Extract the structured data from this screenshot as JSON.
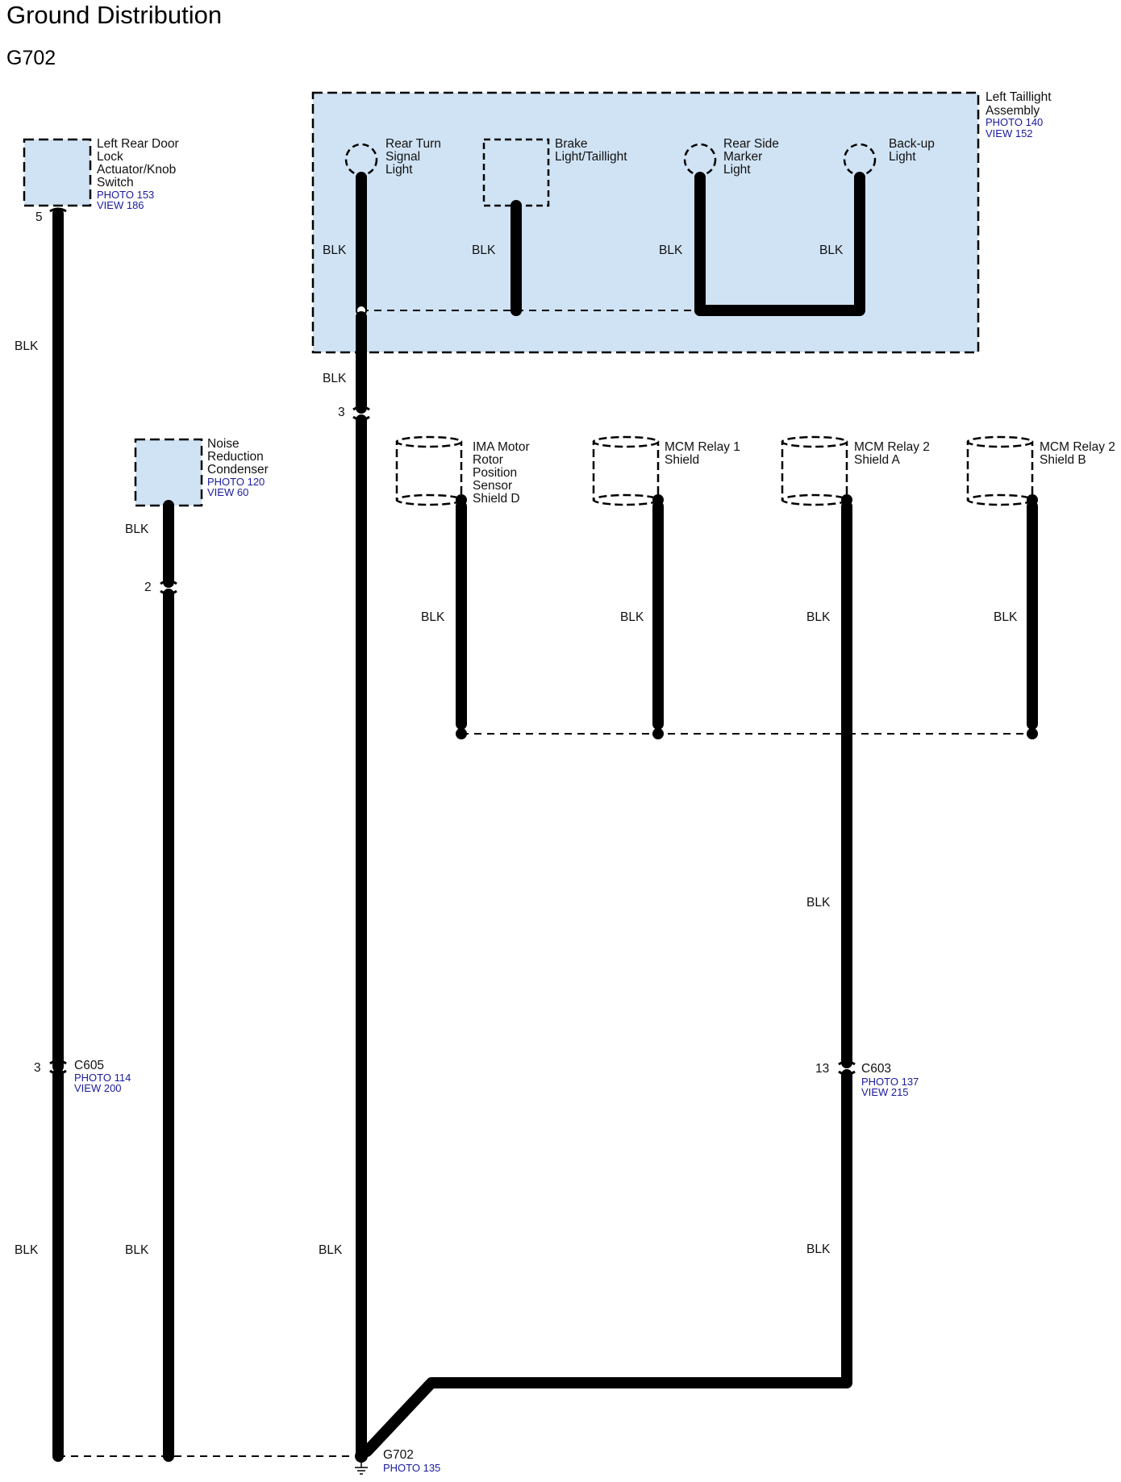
{
  "title": "Ground Distribution",
  "subtitle": "G702",
  "wire_color": "BLK",
  "colors": {
    "component_fill": "#d0e3f4",
    "wire": "#000000",
    "reference_text": "#1a1a9e"
  },
  "assembly": {
    "name_lines": [
      "Left Taillight",
      "Assembly"
    ],
    "photo": "PHOTO 140",
    "view": "VIEW 152"
  },
  "lamps": [
    {
      "name_lines": [
        "Rear Turn",
        "Signal",
        "Light"
      ]
    },
    {
      "name_lines": [
        "Brake",
        "Light/Taillight"
      ]
    },
    {
      "name_lines": [
        "Rear Side",
        "Marker",
        "Light"
      ]
    },
    {
      "name_lines": [
        "Back-up",
        "Light"
      ]
    }
  ],
  "door_switch": {
    "name_lines": [
      "Left Rear Door",
      "Lock",
      "Actuator/Knob",
      "Switch"
    ],
    "photo": "PHOTO 153",
    "view": "VIEW 186",
    "pin": "5"
  },
  "condenser": {
    "name_lines": [
      "Noise",
      "Reduction",
      "Condenser"
    ],
    "photo": "PHOTO 120",
    "view": "VIEW 60",
    "pin": "2"
  },
  "taillight_pin": "3",
  "shields": [
    {
      "name_lines": [
        "IMA Motor",
        "Rotor",
        "Position",
        "Sensor",
        "Shield D"
      ]
    },
    {
      "name_lines": [
        "MCM Relay 1",
        "Shield"
      ]
    },
    {
      "name_lines": [
        "MCM Relay 2",
        "Shield A"
      ]
    },
    {
      "name_lines": [
        "MCM Relay 2",
        "Shield B"
      ]
    }
  ],
  "connectors": {
    "c605": {
      "id": "C605",
      "pin": "3",
      "photo": "PHOTO 114",
      "view": "VIEW 200"
    },
    "c603": {
      "id": "C603",
      "pin": "13",
      "photo": "PHOTO 137",
      "view": "VIEW 215"
    }
  },
  "ground": {
    "id": "G702",
    "photo": "PHOTO 135"
  }
}
